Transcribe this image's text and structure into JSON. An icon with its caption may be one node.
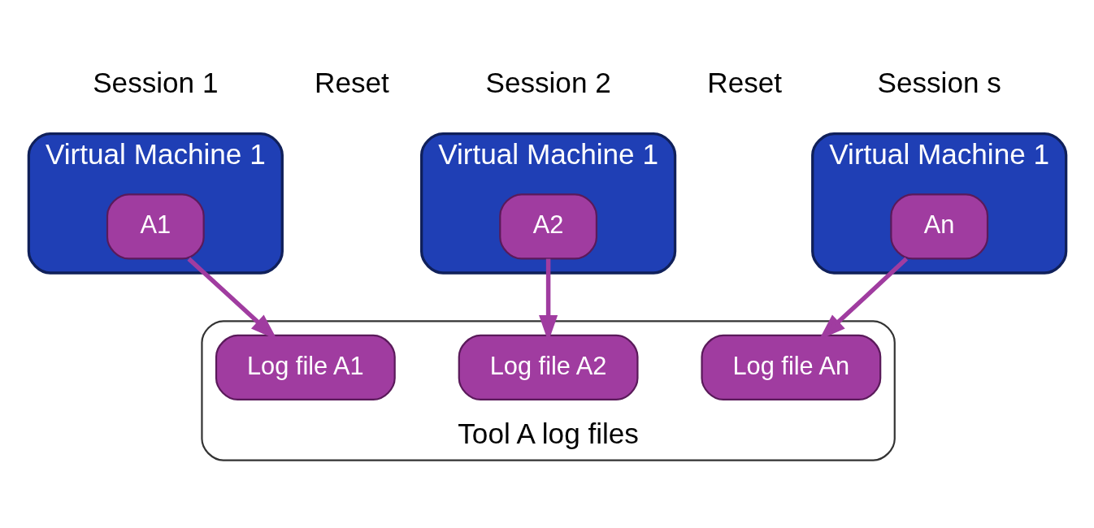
{
  "diagram": {
    "nodes": [
      {
        "text": [
          "Virtual Machine 1"
        ]
      },
      {
        "text": [
          "A1"
        ],
        "in": 0
      },
      {
        "text": [
          "Virtual Machine 1"
        ]
      },
      {
        "text": [
          "A2"
        ],
        "in": 2
      },
      {
        "text": [
          "Virtual Machine 1"
        ]
      },
      {
        "text": [
          "An"
        ],
        "in": 4
      },
      {
        "text": [
          "Tool A log files"
        ]
      },
      {
        "text": [
          "Log file An"
        ],
        "in": 6
      },
      {
        "text": [
          "Log file A2"
        ],
        "in": 6
      },
      {
        "text": [
          "Log file A1"
        ],
        "in": 6
      }
    ],
    "edges": [
      {
        "from": 5,
        "to": 7,
        "arrow": "to"
      },
      {
        "from": 3,
        "to": 8,
        "arrow": "to"
      },
      {
        "from": 1,
        "to": 9,
        "arrow": "to"
      }
    ],
    "labels": [
      "Session 1",
      "Reset",
      "Session 2",
      "Reset",
      "Session s"
    ]
  }
}
